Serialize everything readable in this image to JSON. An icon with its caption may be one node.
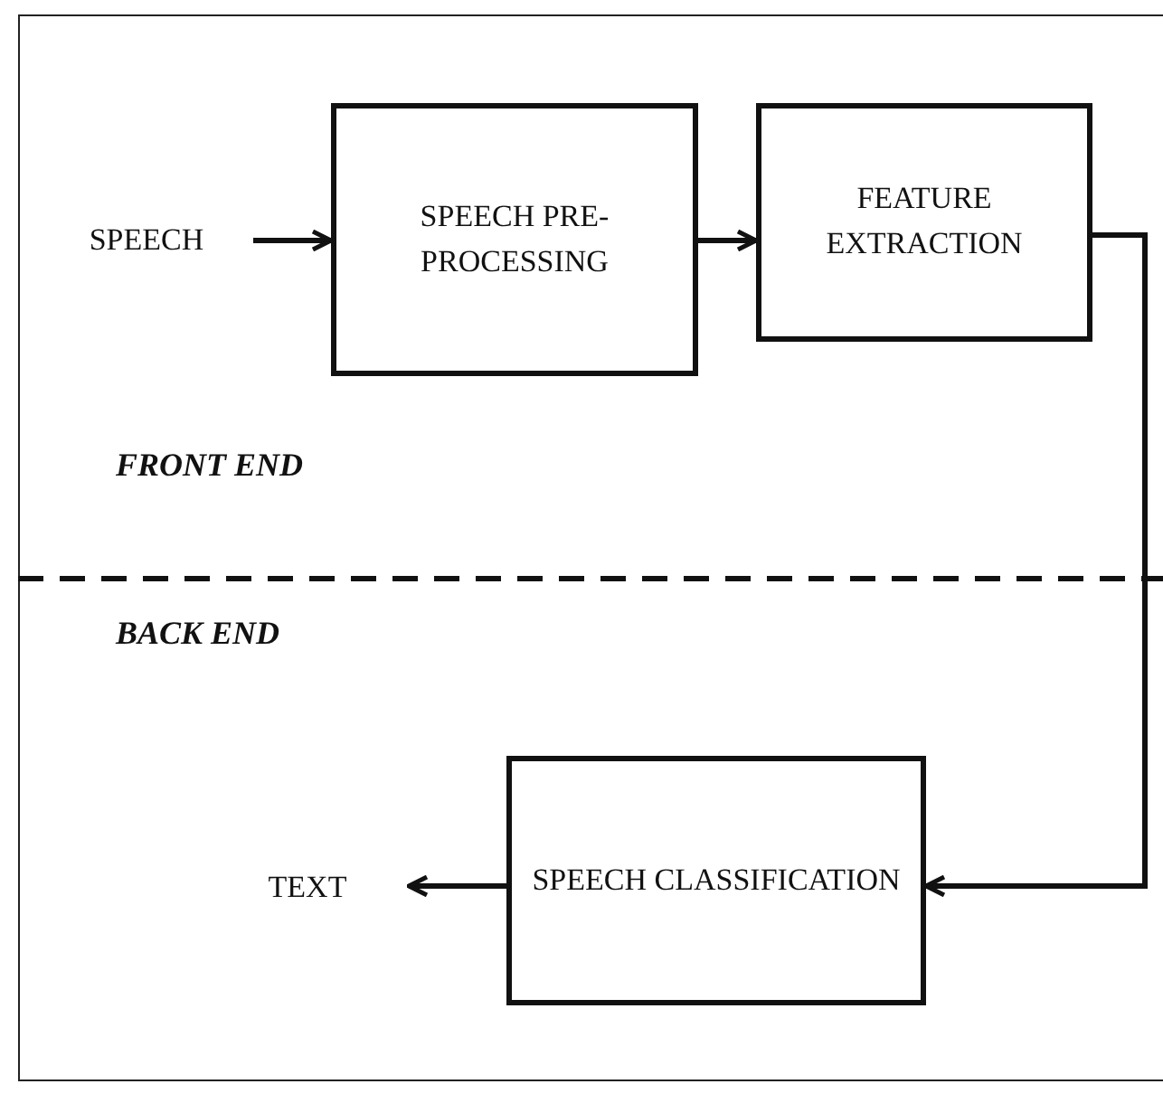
{
  "diagram": {
    "nodes": [
      {
        "text": [
          "SPEECH"
        ]
      },
      {
        "text": [
          "SPEECH PRE-PROCESSING"
        ]
      },
      {
        "text": [
          "FEATURE EXTRACTION"
        ]
      },
      {
        "text": [
          "SPEECH CLASSIFICATION"
        ]
      },
      {
        "text": [
          "TEXT"
        ]
      }
    ],
    "edges": [
      {
        "from": 0,
        "to": 1,
        "arrow": "to"
      },
      {
        "from": 1,
        "to": 2,
        "arrow": "to"
      },
      {
        "from": 2,
        "to": 3,
        "arrow": "to"
      },
      {
        "from": 3,
        "to": 4,
        "arrow": "to"
      }
    ],
    "labels": [
      "FRONT END",
      "BACK END"
    ]
  }
}
